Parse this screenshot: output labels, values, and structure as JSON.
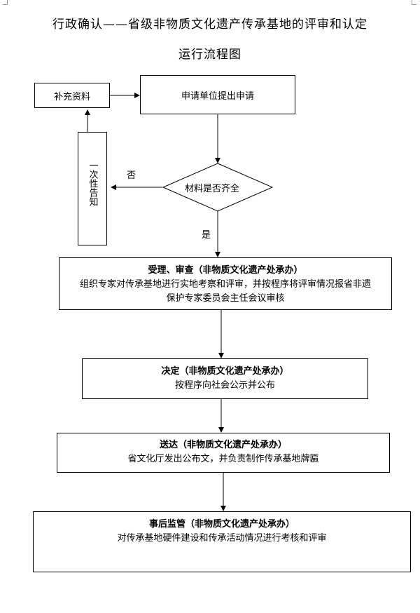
{
  "title": {
    "line1": "行政确认——省级非物质文化遗产传承基地的评审和认定",
    "line2": "运行流程图"
  },
  "flow": {
    "supplement": "补充资料",
    "apply": "申请单位提出申请",
    "notice": "一次性告知",
    "check": "材料是否齐全",
    "no_label": "否",
    "yes_label": "是",
    "review": {
      "head": "受理、审查（非物质文化遗产处承办）",
      "line1": "组织专家对传承基地进行实地考察和评审，并按程序将评审情况报省非遗",
      "line2": "保护专家委员会主任会议审核"
    },
    "decide": {
      "head": "决定（非物质文化遗产处承办）",
      "line1": "按程序向社会公示并公布"
    },
    "deliver": {
      "head": "送达（非物质文化遗产处承办）",
      "line1": "省文化厅发出公布文，并负责制作传承基地牌匾"
    },
    "supervise": {
      "head": "事后监管（非物质文化遗产处承办）",
      "line1": "对传承基地硬件建设和传承活动情况进行考核和评审"
    }
  }
}
